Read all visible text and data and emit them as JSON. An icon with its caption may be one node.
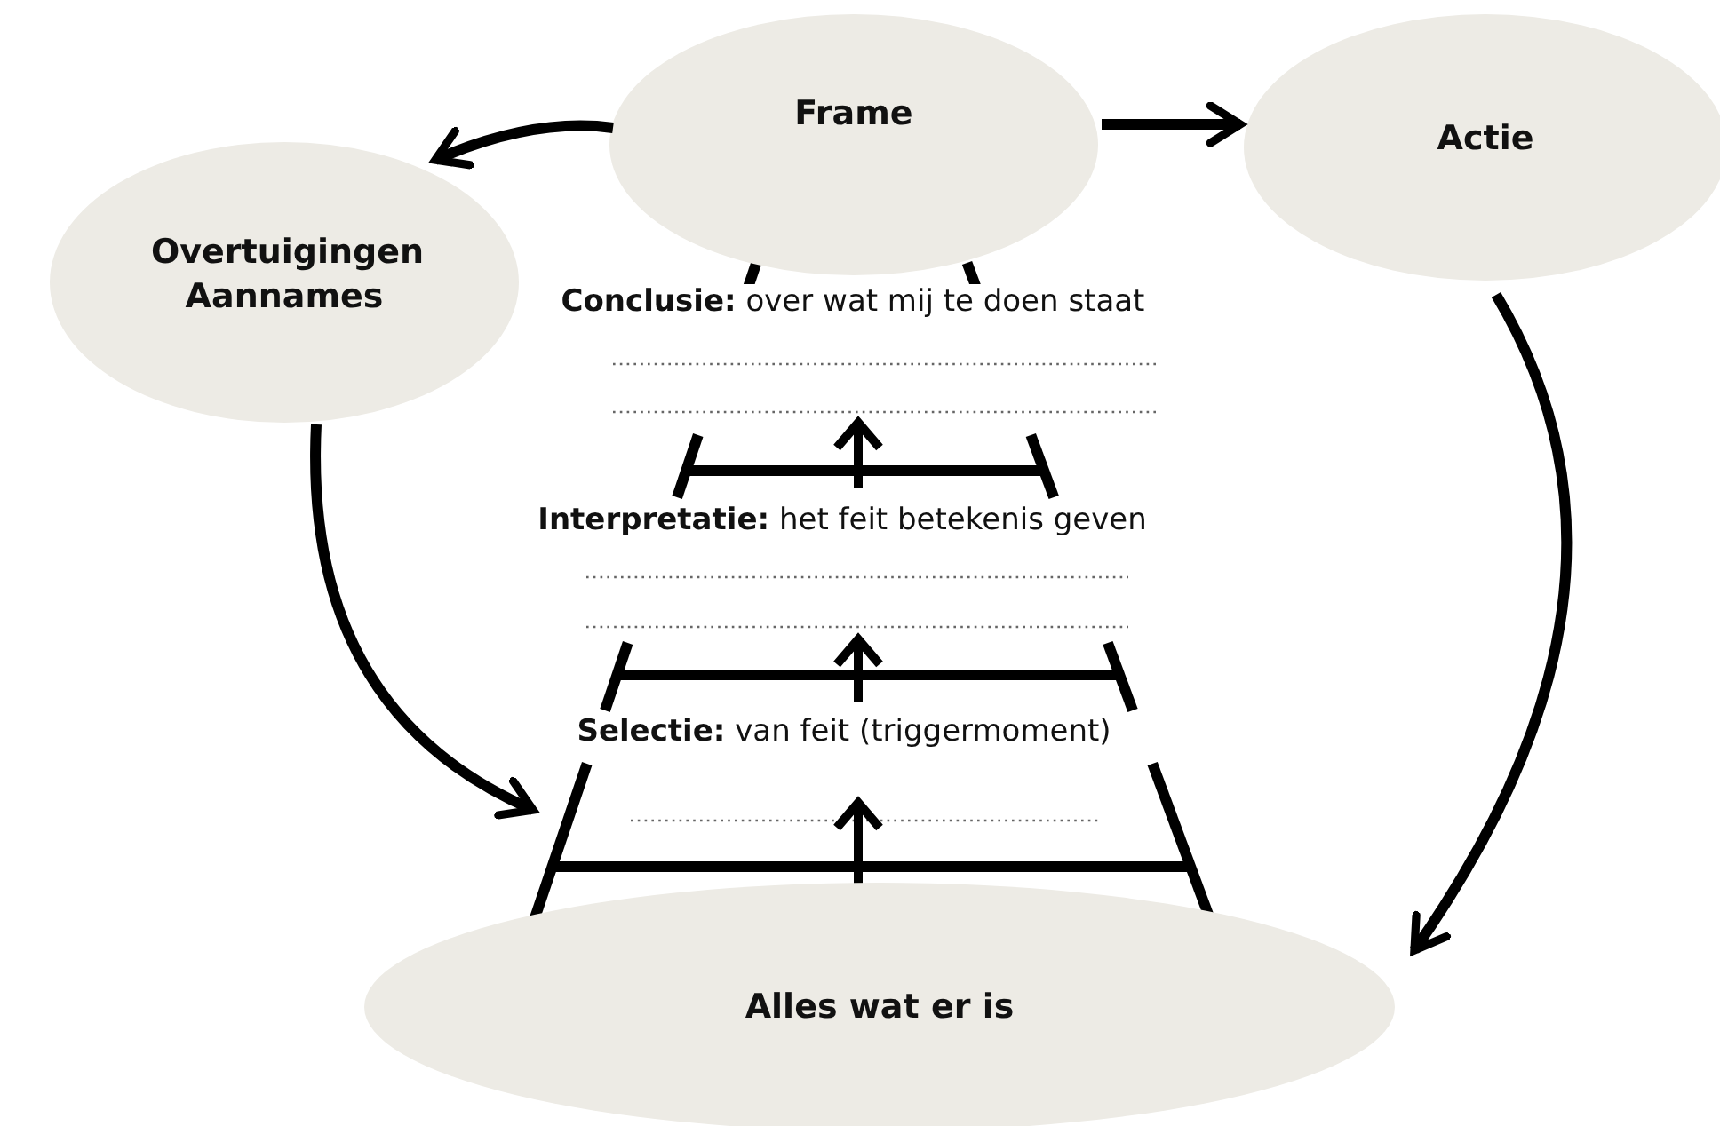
{
  "diagram": {
    "nodes": [
      {
        "text": [
          "Frame"
        ]
      },
      {
        "text": [
          "Actie"
        ]
      },
      {
        "text": [
          "Overtuigingen Aannames"
        ]
      },
      {
        "text": [
          "Alles wat er is"
        ]
      }
    ],
    "edges": [
      {
        "from": 0,
        "to": 2,
        "arrow": "to"
      },
      {
        "from": 0,
        "to": 1,
        "arrow": "to"
      },
      {
        "from": 1,
        "to": 3,
        "arrow": "to"
      },
      {
        "from": 2,
        "to": null,
        "arrow": "to"
      }
    ],
    "labels": [
      "**Conclusie:** over wat mij te doen staat",
      "**Interpretatie:** het feit betekenis geven",
      "**Selectie:** van feit (triggermoment)"
    ]
  }
}
